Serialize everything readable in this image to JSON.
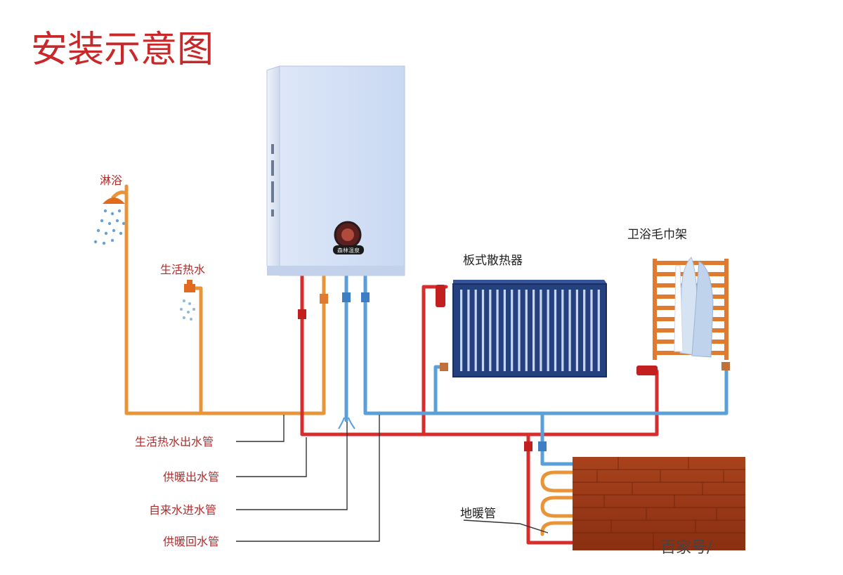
{
  "title": "安装示意图",
  "labels": {
    "shower": "淋浴",
    "hot_water": "生活热水",
    "radiator": "板式散热器",
    "towel_rack": "卫浴毛巾架",
    "floor_heating": "地暖管"
  },
  "pipe_legend": [
    {
      "label": "生活热水出水管"
    },
    {
      "label": "供暖出水管"
    },
    {
      "label": "自来水进水管"
    },
    {
      "label": "供暖回水管"
    }
  ],
  "boiler_badge": "森林温泉",
  "watermark": "百家号/",
  "colors": {
    "title": "#c8282a",
    "hot_pipe": "#e8953a",
    "heat_supply": "#d62d2d",
    "cold_pipe": "#5b9fd8",
    "radiator": "#24407e",
    "floor": "#9a3a1a",
    "towel_rack": "#e07a2e"
  }
}
